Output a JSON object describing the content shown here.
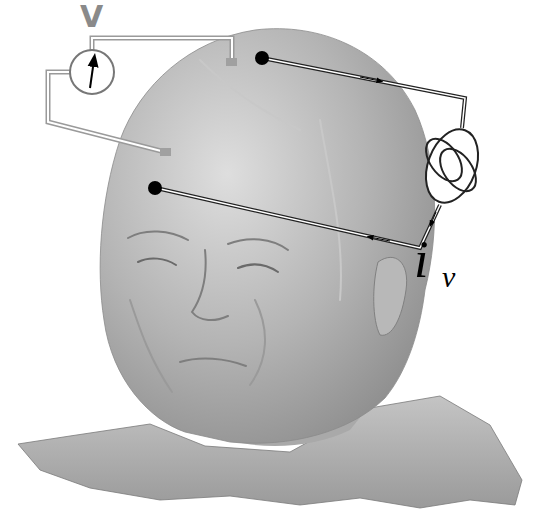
{
  "diagram": {
    "labels": [
      "V",
      "i",
      "v"
    ]
  }
}
